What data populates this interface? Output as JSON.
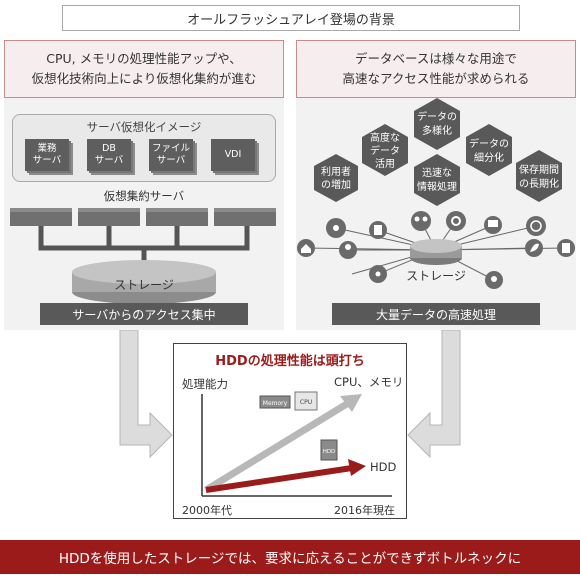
{
  "title": "オールフラッシュアレイ登場の背景",
  "left_panel": {
    "head_lines": [
      "CPU, メモリの処理性能アップや、",
      "仮想化技術向上により仮想化集約が進む"
    ],
    "virtualization_title": "サーバ仮想化イメージ",
    "servers": [
      {
        "line1": "業務",
        "line2": "サーバ"
      },
      {
        "line1": "DB",
        "line2": "サーバ"
      },
      {
        "line1": "ファイル",
        "line2": "サーバ"
      },
      {
        "line1": "VDI",
        "line2": ""
      }
    ],
    "consolidation_label": "仮想集約サーバ",
    "storage_label": "ストレージ",
    "footer": "サーバからのアクセス集中"
  },
  "right_panel": {
    "head_lines": [
      "データベースは様々な用途で",
      "高速なアクセス性能が求められる"
    ],
    "hexagons": [
      {
        "line1": "利用者",
        "line2": "の増加",
        "line3": ""
      },
      {
        "line1": "高度な",
        "line2": "データ",
        "line3": "活用"
      },
      {
        "line1": "データの",
        "line2": "多様化",
        "line3": ""
      },
      {
        "line1": "迅速な",
        "line2": "情報処理",
        "line3": ""
      },
      {
        "line1": "データの",
        "line2": "細分化",
        "line3": ""
      },
      {
        "line1": "保存期間",
        "line2": "の長期化",
        "line3": ""
      }
    ],
    "storage_label": "ストレージ",
    "footer": "大量データの高速処理"
  },
  "chart": {
    "title": "HDDの処理性能は頭打ち",
    "ylabel": "処理能力",
    "x_start": "2000年代",
    "x_end": "2016年現在",
    "cpu_label": "CPU、メモリ",
    "hdd_label": "HDD",
    "memory_chip": "Memory",
    "cpu_chip": "CPU",
    "hdd_chip": "HDD"
  },
  "conclusion": "HDDを使用したストレージでは、要求に応えることができずボトルネックに",
  "colors": {
    "accent_red": "#9b1b1b",
    "dark_gray": "#595959",
    "cpu_line": "#b8b8b8"
  }
}
